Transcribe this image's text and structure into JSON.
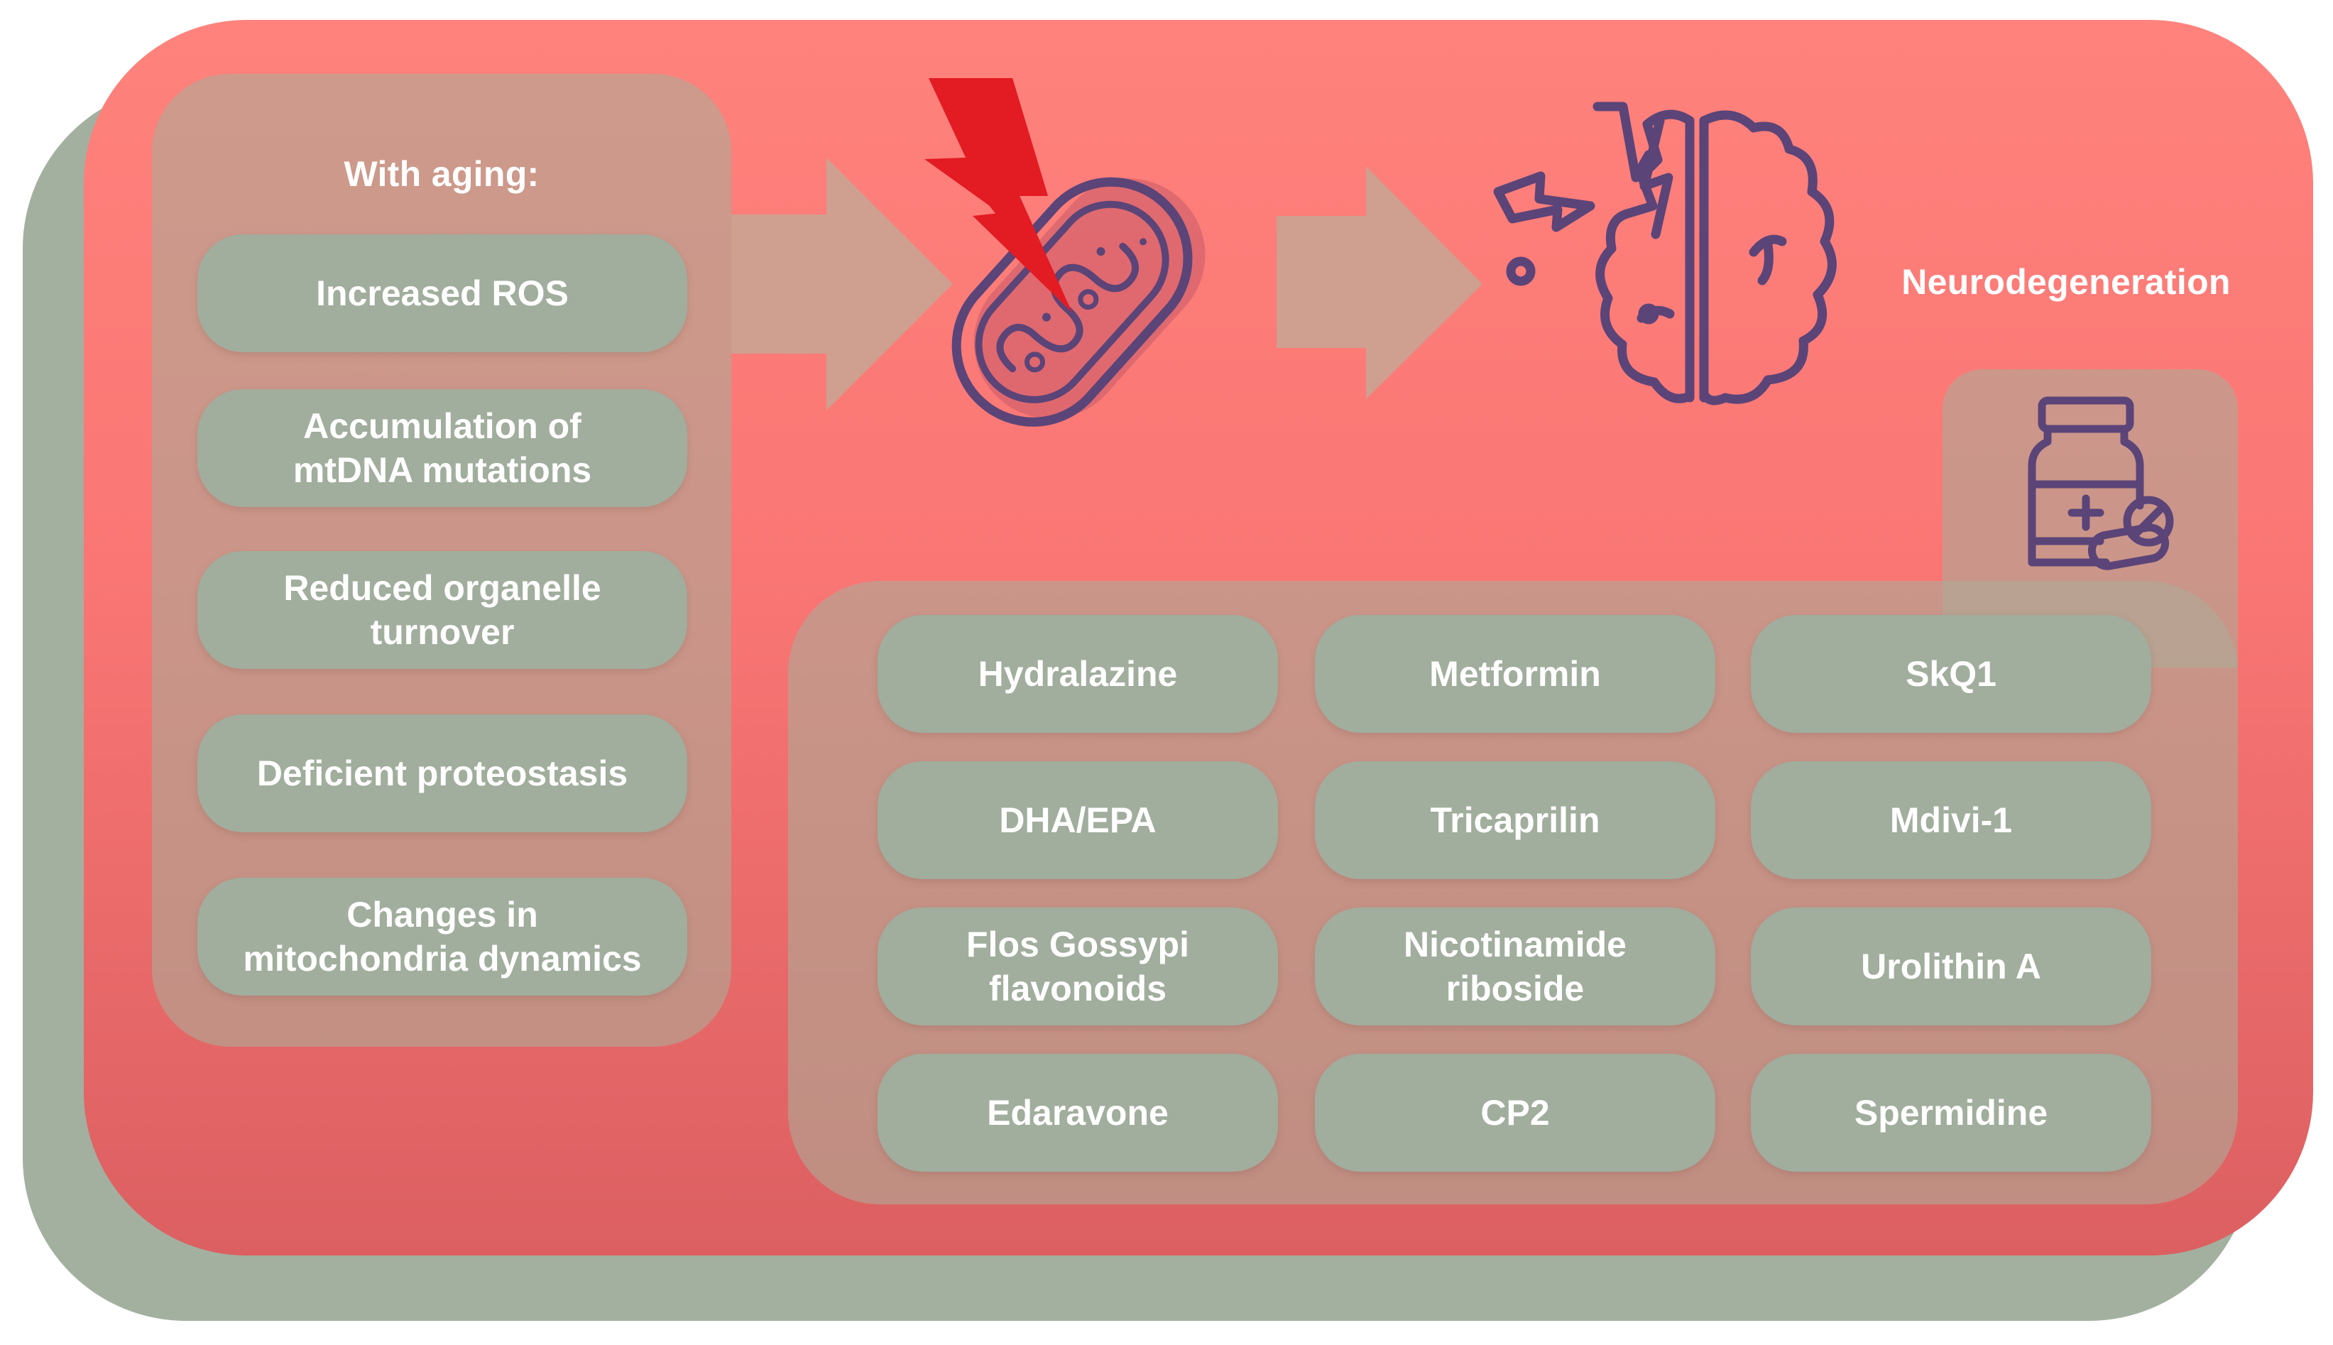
{
  "aging_section": {
    "title": "With aging:",
    "items": [
      "Increased ROS",
      "Accumulation of\nmtDNA mutations",
      "Reduced organelle\nturnover",
      "Deficient proteostasis",
      "Changes in\nmitochondria dynamics"
    ]
  },
  "outcome": {
    "label": "Neurodegeneration"
  },
  "treatments": {
    "items": [
      "Hydralazine",
      "Metformin",
      "SkQ1",
      "DHA/EPA",
      "Tricaprilin",
      "Mdivi-1",
      "Flos Gossypi\nflavonoids",
      "Nicotinamide\nriboside",
      "Urolithin A",
      "Edaravone",
      "CP2",
      "Spermidine"
    ]
  },
  "icons": {
    "damage": "lightning-bolt-icon",
    "organelle": "mitochondrion-icon",
    "brain": "damaged-brain-icon",
    "medicine": "medicine-bottle-icon"
  },
  "colors": {
    "background_card": "#ff827c",
    "shadow_card": "#a3b09f",
    "chip": "#a1ad9d",
    "panel": "#aeaa96",
    "icon_stroke": "#5b4478",
    "bolt": "#e31b23",
    "text": "#ffffff"
  }
}
